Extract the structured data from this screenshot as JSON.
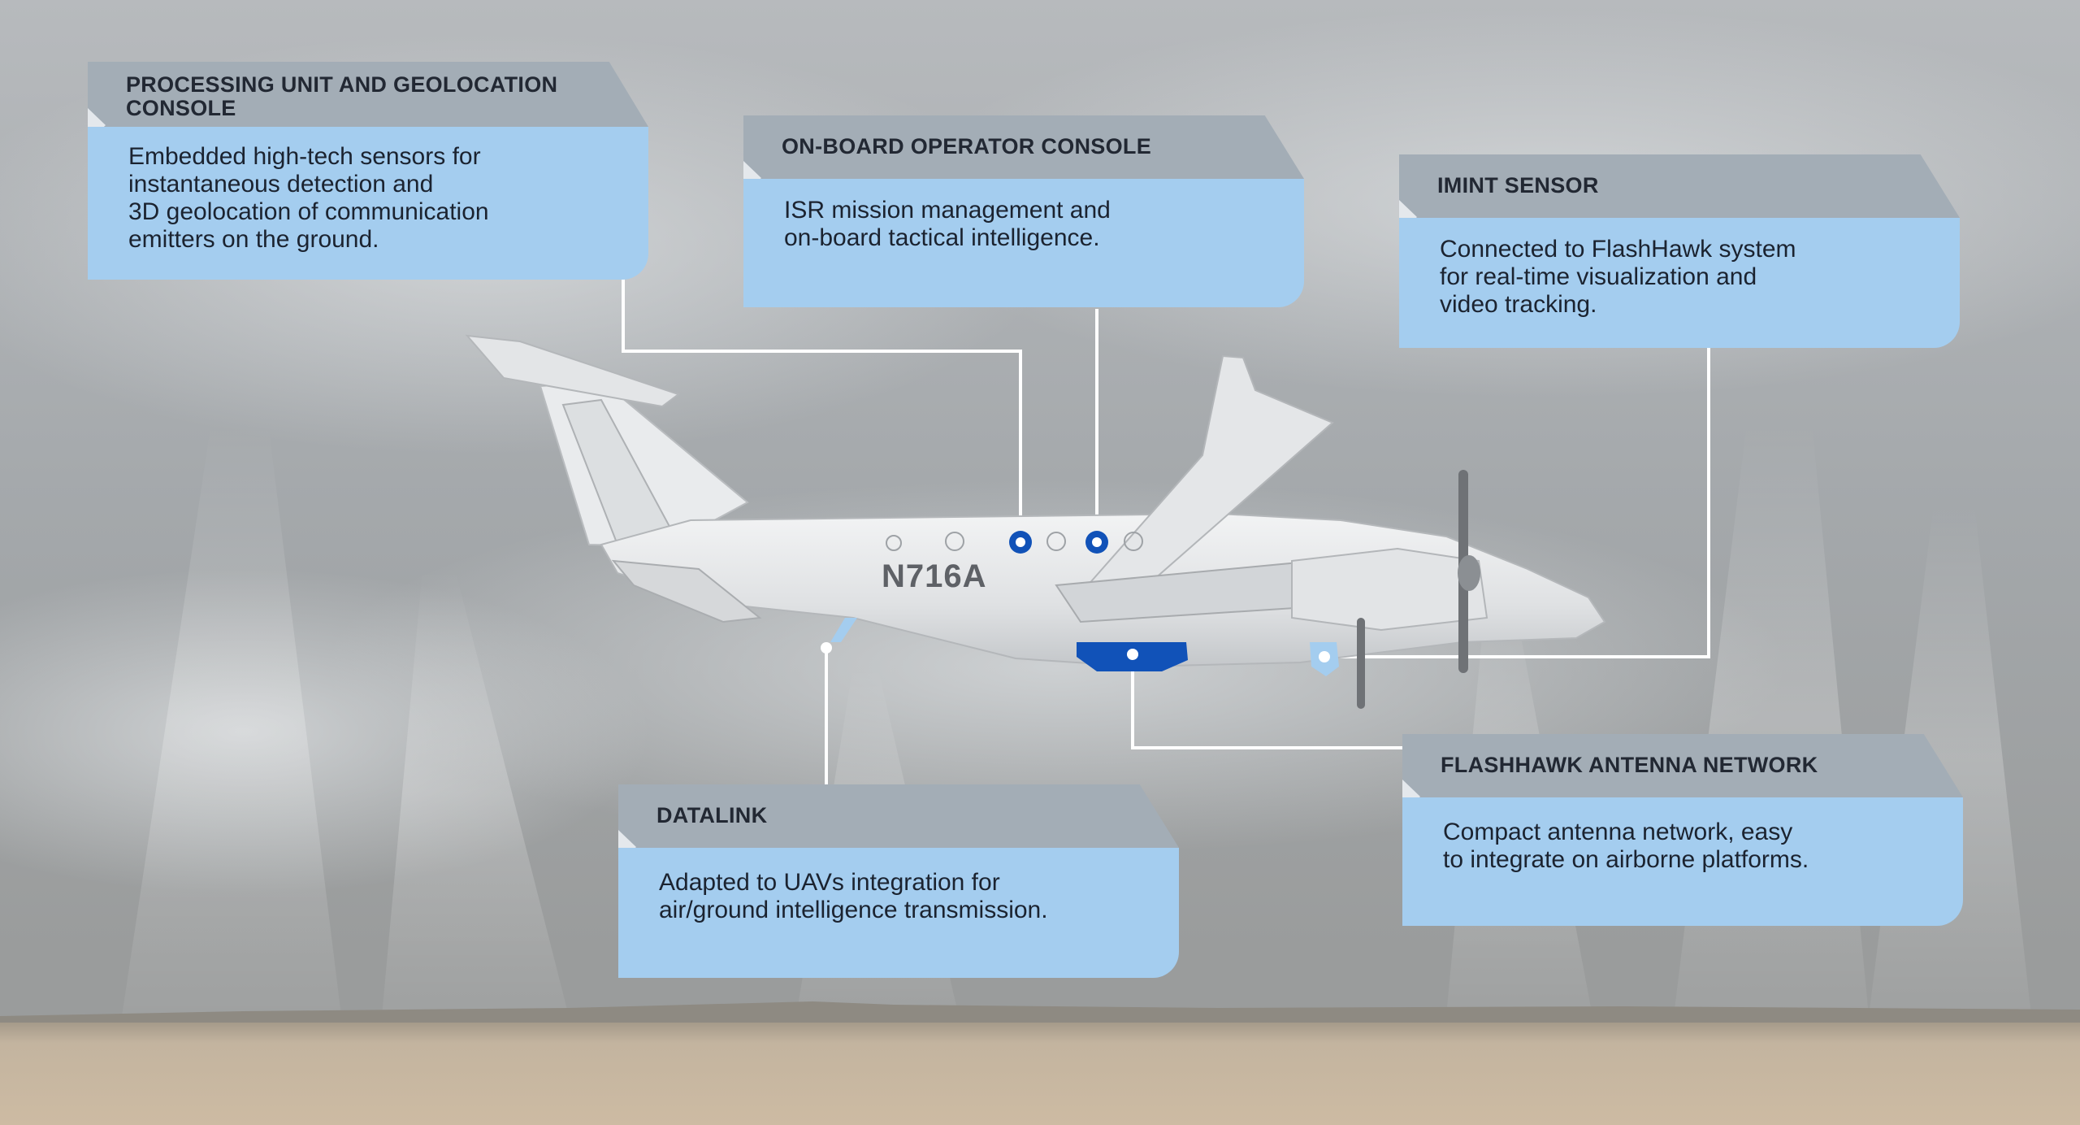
{
  "aircraft": {
    "registration": "N716A"
  },
  "callouts": [
    {
      "title": "PROCESSING UNIT AND GEOLOCATION CONSOLE",
      "text": "Embedded high-tech sensors for\ninstantaneous detection and\n3D geolocation of communication\nemitters on the ground."
    },
    {
      "title": "ON-BOARD OPERATOR CONSOLE",
      "text": "ISR mission management and\non-board tactical intelligence."
    },
    {
      "title": "IMINT SENSOR",
      "text": "Connected to FlashHawk system\nfor real-time visualization and\nvideo tracking."
    },
    {
      "title": "DATALINK",
      "text": "Adapted to UAVs integration for\nair/ground intelligence transmission."
    },
    {
      "title": "FLASHHAWK ANTENNA NETWORK",
      "text": "Compact antenna network, easy\nto integrate on airborne platforms."
    }
  ],
  "colors": {
    "panel": "#a4cdef",
    "header": "#a3adb6",
    "marker": "#1152b8",
    "sky": "#9fa3a6",
    "ground": "#bfae98"
  }
}
